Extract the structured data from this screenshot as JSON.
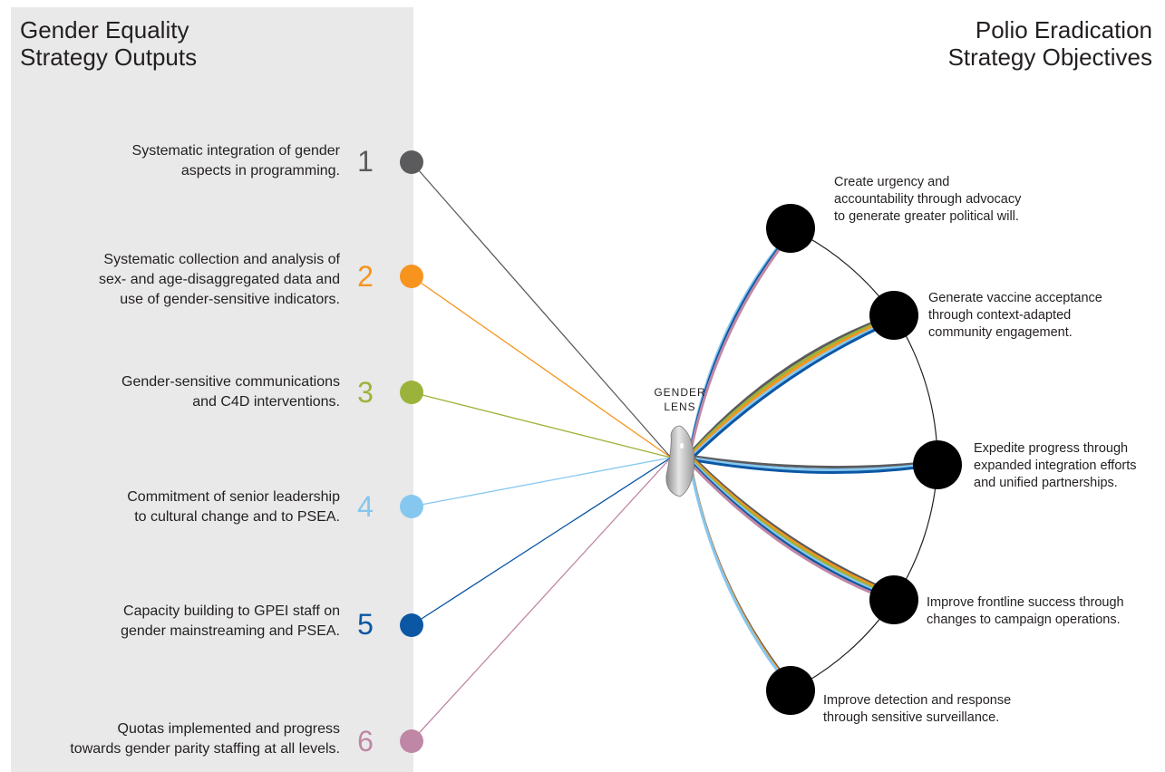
{
  "left_title": [
    "Gender Equality",
    "Strategy Outputs"
  ],
  "right_title": [
    "Polio Eradication",
    "Strategy Objectives"
  ],
  "lens_label": [
    "GENDER",
    "LENS"
  ],
  "outputs": [
    {
      "number": "1",
      "color": "#5b5b5d",
      "lines": [
        "Systematic integration of gender",
        "aspects in programming."
      ]
    },
    {
      "number": "2",
      "color": "#f7941d",
      "lines": [
        "Systematic collection and analysis of",
        "sex- and age-disaggregated data and",
        "use of gender-sensitive indicators."
      ]
    },
    {
      "number": "3",
      "color": "#9cb33b",
      "lines": [
        "Gender-sensitive communications",
        "and C4D interventions."
      ]
    },
    {
      "number": "4",
      "color": "#86c7ef",
      "lines": [
        "Commitment of senior leadership",
        "to cultural change and to PSEA."
      ]
    },
    {
      "number": "5",
      "color": "#0b57a4",
      "lines": [
        "Capacity building to GPEI staff on",
        "gender mainstreaming and PSEA."
      ]
    },
    {
      "number": "6",
      "color": "#bf87a5",
      "lines": [
        "Quotas implemented and progress",
        "towards gender parity staffing at all levels."
      ]
    }
  ],
  "objectives": [
    {
      "lines": [
        "Create urgency and",
        "accountability through advocacy",
        "to generate greater political will."
      ],
      "links": [
        4,
        5,
        6
      ]
    },
    {
      "lines": [
        "Generate vaccine acceptance",
        "through context-adapted",
        "community engagement."
      ],
      "links": [
        1,
        3,
        2,
        4,
        5
      ]
    },
    {
      "lines": [
        "Expedite progress through",
        "expanded integration efforts",
        "and unified partnerships."
      ],
      "links": [
        1,
        4,
        5
      ]
    },
    {
      "lines": [
        "Improve frontline success through",
        "changes to campaign operations."
      ],
      "links": [
        1,
        2,
        3,
        4,
        5,
        6
      ]
    },
    {
      "lines": [
        "Improve detection and response",
        "through sensitive surveillance."
      ],
      "links": [
        1,
        2,
        4
      ]
    }
  ]
}
